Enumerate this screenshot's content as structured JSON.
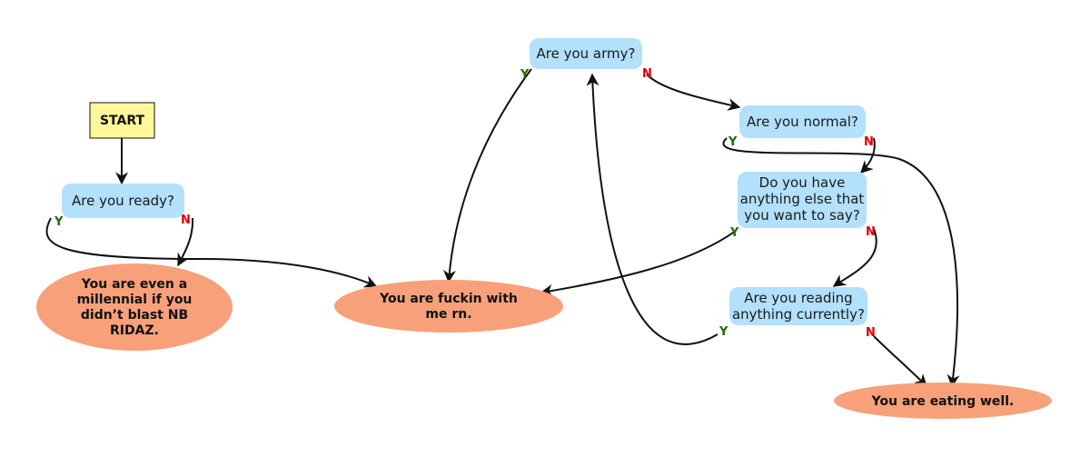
{
  "colors": {
    "question_fill": "#b3e0fb",
    "end_fill": "#f8a07a",
    "start_fill": "#fff799",
    "yes_color": "#1a6e00",
    "no_color": "#e00000"
  },
  "labels": {
    "yes": "Y",
    "no": "N"
  },
  "nodes": {
    "start": {
      "lines": [
        "START"
      ]
    },
    "ready": {
      "lines": [
        "Are you ready?"
      ]
    },
    "army": {
      "lines": [
        "Are you army?"
      ]
    },
    "normal": {
      "lines": [
        "Are you normal?"
      ]
    },
    "else_say": {
      "lines": [
        "Do you have",
        "anything else that",
        "you want to say?"
      ]
    },
    "reading": {
      "lines": [
        "Are you reading",
        "anything currently?"
      ]
    },
    "millennial": {
      "lines": [
        "You are even a",
        "millennial if you",
        "didn’t blast NB",
        "RIDAZ."
      ]
    },
    "fuckin": {
      "lines": [
        "You are fuckin with",
        "me rn."
      ]
    },
    "eating": {
      "lines": [
        "You are eating well."
      ]
    }
  }
}
